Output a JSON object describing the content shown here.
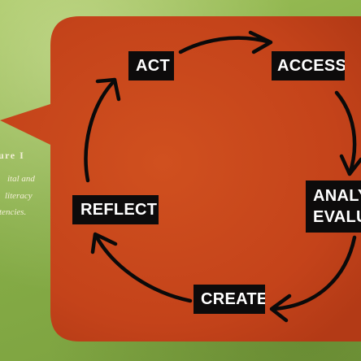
{
  "diagram": {
    "caption": {
      "title": "ure I",
      "lines": [
        "ital and",
        "literacy",
        "tencies."
      ]
    },
    "nodes": [
      {
        "id": "act",
        "label": "ACT"
      },
      {
        "id": "access",
        "label": "ACCESS"
      },
      {
        "id": "analyze",
        "label_lines": [
          "ANALY",
          "EVALU"
        ]
      },
      {
        "id": "create",
        "label": "CREATE"
      },
      {
        "id": "reflect",
        "label": "REFLECT"
      }
    ],
    "cycle_order": [
      "act",
      "access",
      "analyze",
      "create",
      "reflect"
    ],
    "colors": {
      "background": "#86ad47",
      "bubble": "#c9461c",
      "label_box": "#0d0b0b",
      "label_text": "#ffffff",
      "arrows": "#0a0a0a",
      "caption_text": "#f4f0d8"
    }
  }
}
